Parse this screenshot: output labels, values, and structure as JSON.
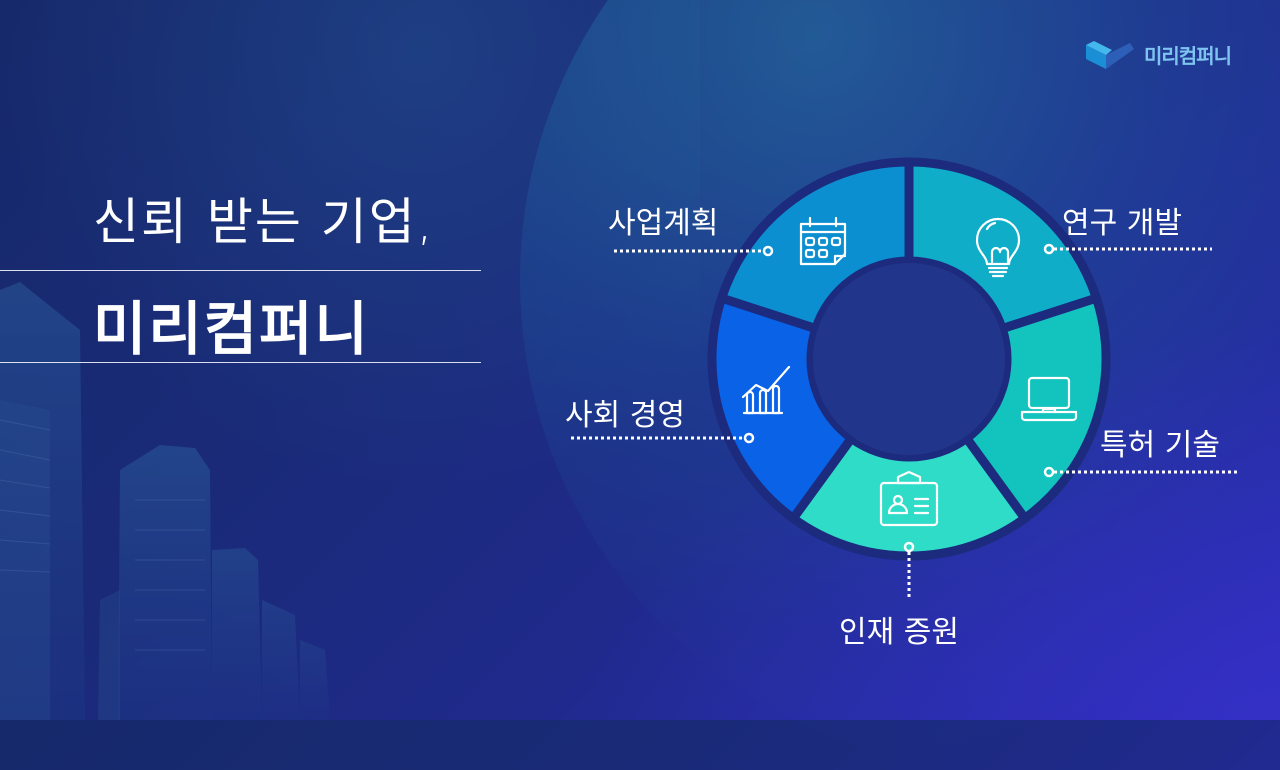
{
  "logo": {
    "text": "미리컴퍼니",
    "icon": "chevron-logo-icon",
    "color": "#7fc4f0"
  },
  "title": {
    "line1": "신뢰 받는 기업,",
    "line2": "미리컴퍼니"
  },
  "segments": [
    {
      "label": "사업계획",
      "icon": "calendar-icon",
      "color": "#0b8fd0"
    },
    {
      "label": "연구 개발",
      "icon": "lightbulb-icon",
      "color": "#0fadc8"
    },
    {
      "label": "특허 기술",
      "icon": "laptop-icon",
      "color": "#13c3be"
    },
    {
      "label": "인재 증원",
      "icon": "id-badge-icon",
      "color": "#2fdcc8"
    },
    {
      "label": "사회 경영",
      "icon": "growth-chart-icon",
      "color": "#0a62e6"
    }
  ],
  "colors": {
    "background": "#1a2a78",
    "donut_center": "#21358a"
  }
}
